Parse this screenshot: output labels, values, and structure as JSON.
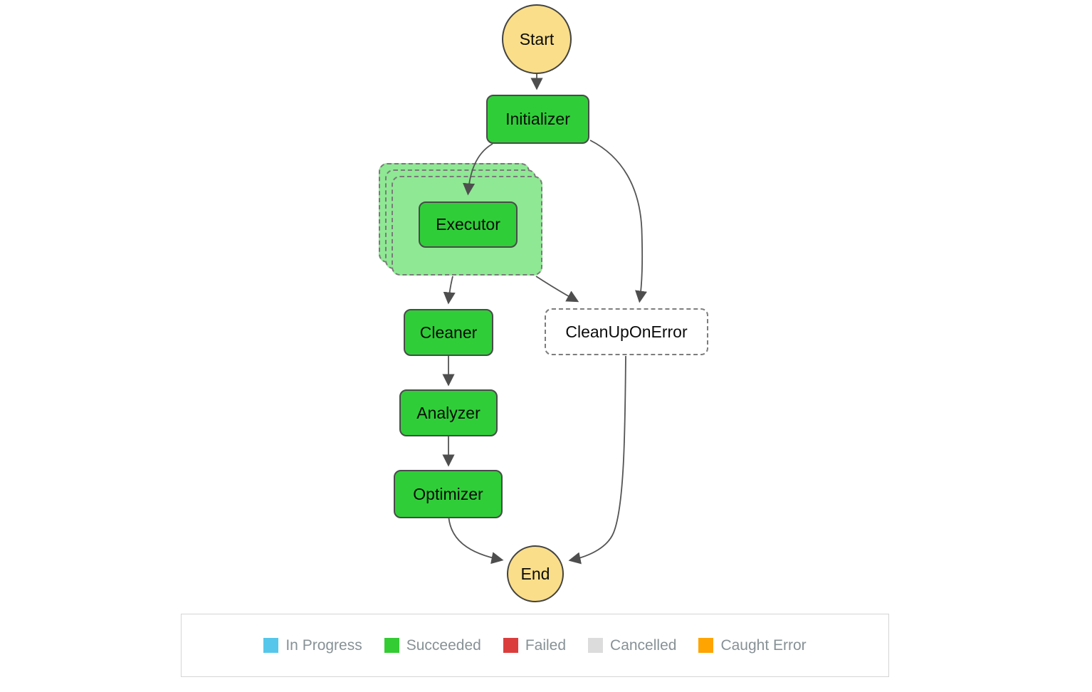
{
  "diagram": {
    "nodes": {
      "start": {
        "label": "Start"
      },
      "initializer": {
        "label": "Initializer",
        "status": "Succeeded"
      },
      "executor": {
        "label": "Executor",
        "status": "Succeeded",
        "in_map_iterations": true
      },
      "cleaner": {
        "label": "Cleaner",
        "status": "Succeeded"
      },
      "analyzer": {
        "label": "Analyzer",
        "status": "Succeeded"
      },
      "optimizer": {
        "label": "Optimizer",
        "status": "Succeeded"
      },
      "cleanuponerror": {
        "label": "CleanUpOnError"
      },
      "end": {
        "label": "End"
      }
    },
    "edges": [
      {
        "from": "Start",
        "to": "Initializer"
      },
      {
        "from": "Initializer",
        "to": "Executor"
      },
      {
        "from": "Initializer",
        "to": "CleanUpOnError"
      },
      {
        "from": "Executor",
        "to": "Cleaner"
      },
      {
        "from": "Executor",
        "to": "CleanUpOnError"
      },
      {
        "from": "Cleaner",
        "to": "Analyzer"
      },
      {
        "from": "Analyzer",
        "to": "Optimizer"
      },
      {
        "from": "Optimizer",
        "to": "End"
      },
      {
        "from": "CleanUpOnError",
        "to": "End"
      }
    ],
    "colors": {
      "succeeded_fill": "#2FCE38",
      "map_container_fill": "#8FE894",
      "terminal_fill": "#FADE89",
      "edge": "#545454"
    }
  },
  "legend": {
    "items": [
      {
        "label": "In Progress",
        "color": "#56C7EA"
      },
      {
        "label": "Succeeded",
        "color": "#33CC33"
      },
      {
        "label": "Failed",
        "color": "#DB3D3D"
      },
      {
        "label": "Cancelled",
        "color": "#DCDCDC"
      },
      {
        "label": "Caught Error",
        "color": "#FFA400"
      }
    ]
  }
}
